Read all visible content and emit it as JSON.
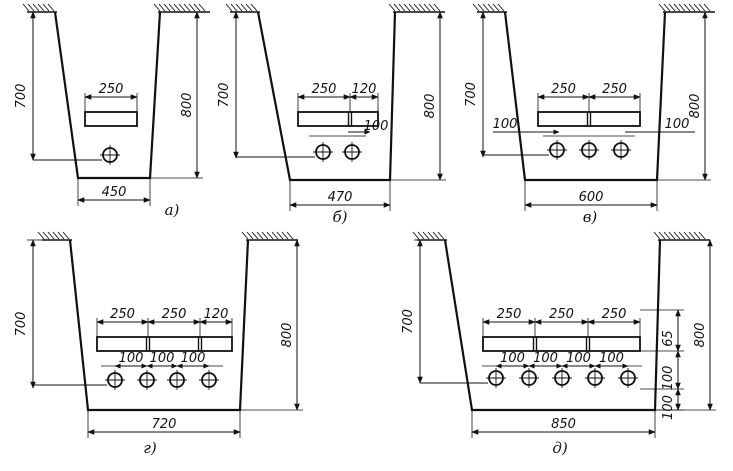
{
  "diagrams": [
    {
      "id": "a",
      "label": "а)",
      "depth_left": "700",
      "depth_right": "800",
      "bottom_width": "450",
      "top_dims": [
        "250"
      ],
      "pipe_spacing": [],
      "pipe_count": 1
    },
    {
      "id": "b",
      "label": "б)",
      "depth_left": "700",
      "depth_right": "800",
      "bottom_width": "470",
      "top_dims": [
        "250",
        "120"
      ],
      "pipe_spacing": [
        "100"
      ],
      "pipe_count": 2
    },
    {
      "id": "v",
      "label": "в)",
      "depth_left": "700",
      "depth_right": "800",
      "bottom_width": "600",
      "top_dims": [
        "250",
        "250"
      ],
      "pipe_spacing": [
        "100",
        "100"
      ],
      "pipe_count": 3
    },
    {
      "id": "g",
      "label": "г)",
      "depth_left": "700",
      "depth_right": "800",
      "bottom_width": "720",
      "top_dims": [
        "250",
        "250",
        "120"
      ],
      "pipe_spacing": [
        "100",
        "100",
        "100"
      ],
      "pipe_count": 4
    },
    {
      "id": "d",
      "label": "д)",
      "depth_left": "700",
      "depth_right": "800",
      "bottom_width": "850",
      "top_dims": [
        "250",
        "250",
        "250"
      ],
      "pipe_spacing": [
        "100",
        "100",
        "100",
        "100"
      ],
      "pipe_count": 5,
      "side_dims": [
        "65",
        "100",
        "100"
      ]
    }
  ]
}
